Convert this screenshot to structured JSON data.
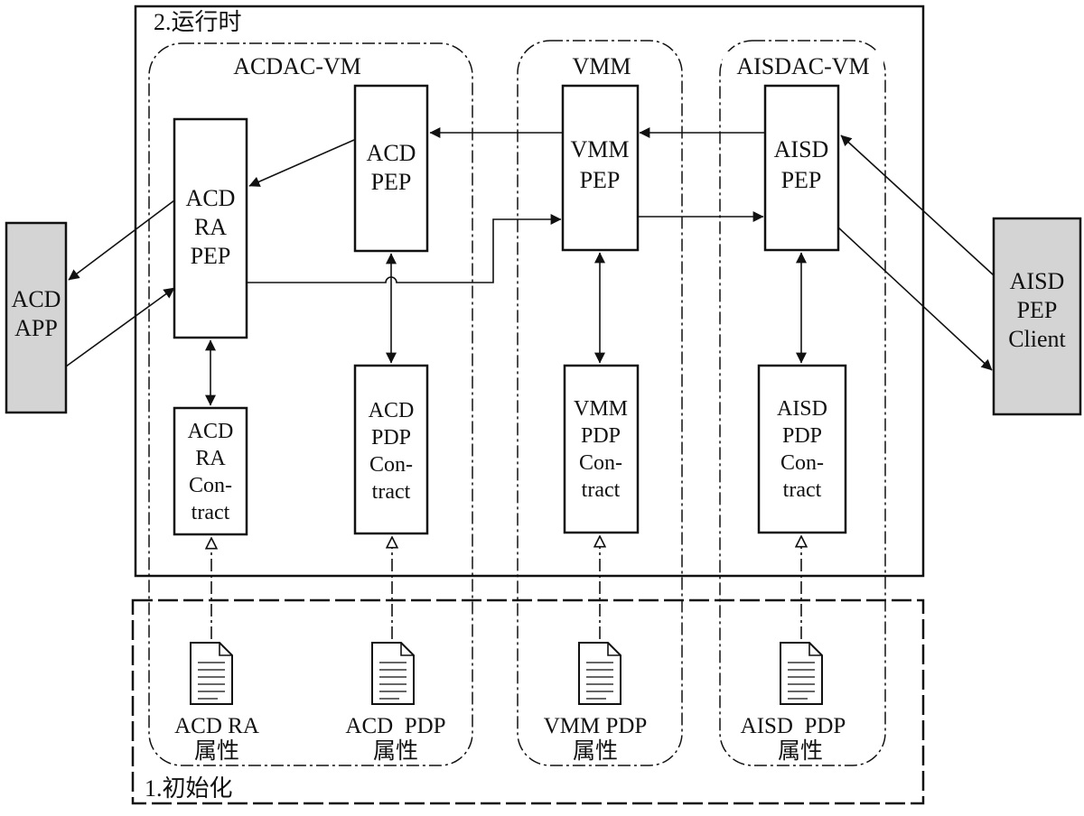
{
  "labels": {
    "runtime": "2.运行时",
    "init": "1.初始化"
  },
  "groups": {
    "acdac_vm": "ACDAC-VM",
    "vmm": "VMM",
    "aisdac_vm": "AISDAC-VM"
  },
  "external": {
    "acd_app": [
      "ACD",
      "APP"
    ],
    "aisd_client": [
      "AISD",
      "PEP",
      "Client"
    ]
  },
  "boxes": {
    "acd_ra_pep": [
      "ACD",
      "RA",
      "PEP"
    ],
    "acd_pep": [
      "ACD",
      "PEP"
    ],
    "vmm_pep": [
      "VMM",
      "PEP"
    ],
    "aisd_pep": [
      "AISD",
      "PEP"
    ],
    "acd_ra_contract": [
      "ACD",
      "RA",
      "Con-",
      "tract"
    ],
    "acd_pdp_contract": [
      "ACD",
      "PDP",
      "Con-",
      "tract"
    ],
    "vmm_pdp_contract": [
      "VMM",
      "PDP",
      "Con-",
      "tract"
    ],
    "aisd_pdp_contract": [
      "AISD",
      "PDP",
      "Con-",
      "tract"
    ]
  },
  "documents": {
    "acd_ra": [
      "ACD RA",
      "属性"
    ],
    "acd_pdp": [
      "ACD  PDP",
      "属性"
    ],
    "vmm_pdp": [
      "VMM PDP",
      "属性"
    ],
    "aisd_pdp": [
      "AISD  PDP",
      "属性"
    ]
  },
  "icons": {
    "document": "document-icon"
  },
  "colors": {
    "line": "#111111",
    "external_fill": "#d4d4d4",
    "box_fill": "#ffffff"
  }
}
